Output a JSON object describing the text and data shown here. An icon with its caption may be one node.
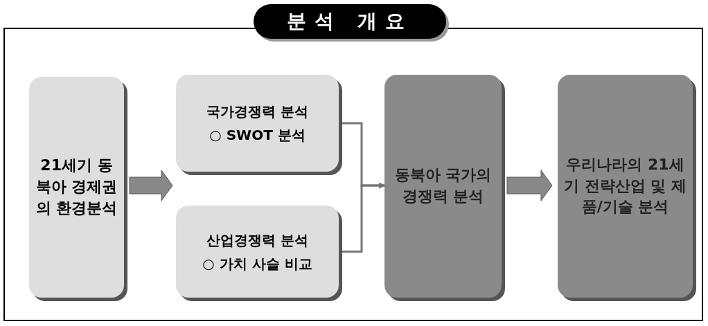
{
  "diagram": {
    "title": "분석 개요",
    "nodes": [
      {
        "text": [
          "21세기 동북아 경제권의 환경분석"
        ]
      },
      {
        "text": [
          "국가경쟁력 분석",
          "○ SWOT 분석"
        ]
      },
      {
        "text": [
          "산업경쟁력 분석",
          "○ 가치 사슬 비교"
        ]
      },
      {
        "text": [
          "동북아 국가의 경쟁력 분석"
        ]
      },
      {
        "text": [
          "우리나라의 21세기 전략산업 및 제품/기술 분석"
        ]
      }
    ],
    "edges": [
      {
        "from": 0,
        "to": null,
        "arrow": "to",
        "style": "thick"
      },
      {
        "from": 1,
        "to": 3,
        "arrow": "to"
      },
      {
        "from": 2,
        "to": 3,
        "arrow": "to"
      },
      {
        "from": 3,
        "to": 4,
        "arrow": "to",
        "style": "thick"
      }
    ]
  }
}
